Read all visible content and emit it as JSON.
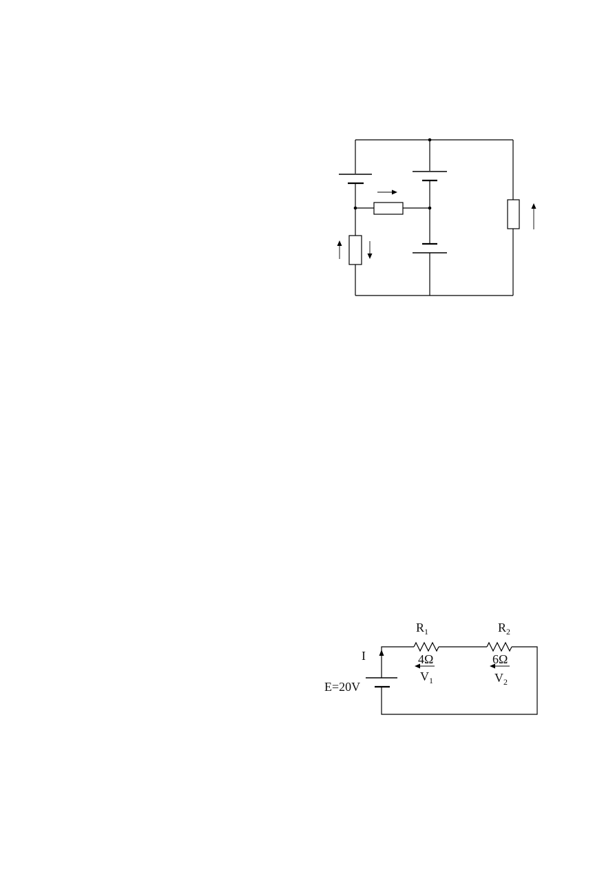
{
  "circuit2": {
    "r1": {
      "name": "R",
      "sub": "1",
      "value": "4Ω",
      "voltage": "V",
      "voltage_sub": "1"
    },
    "r2": {
      "name": "R",
      "sub": "2",
      "value": "6Ω",
      "voltage": "V",
      "voltage_sub": "2"
    },
    "current_label": "I",
    "source_label": "E=20V"
  }
}
